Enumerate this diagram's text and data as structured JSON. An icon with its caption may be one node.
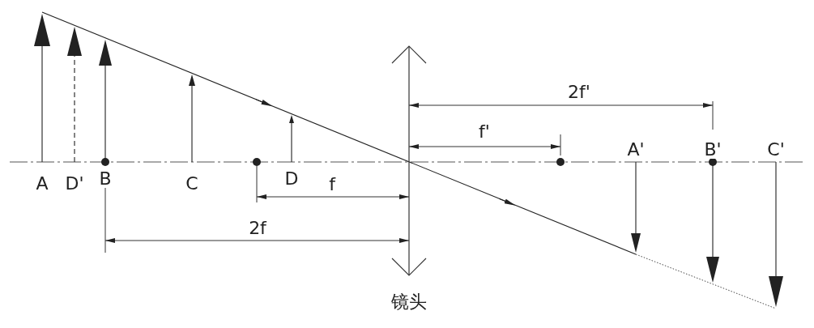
{
  "diagram": {
    "labels": [
      "2f'",
      "f'",
      "A",
      "D'",
      "B",
      "C",
      "D",
      "A'",
      "B'",
      "C'",
      "f",
      "2f",
      "镜头"
    ]
  }
}
